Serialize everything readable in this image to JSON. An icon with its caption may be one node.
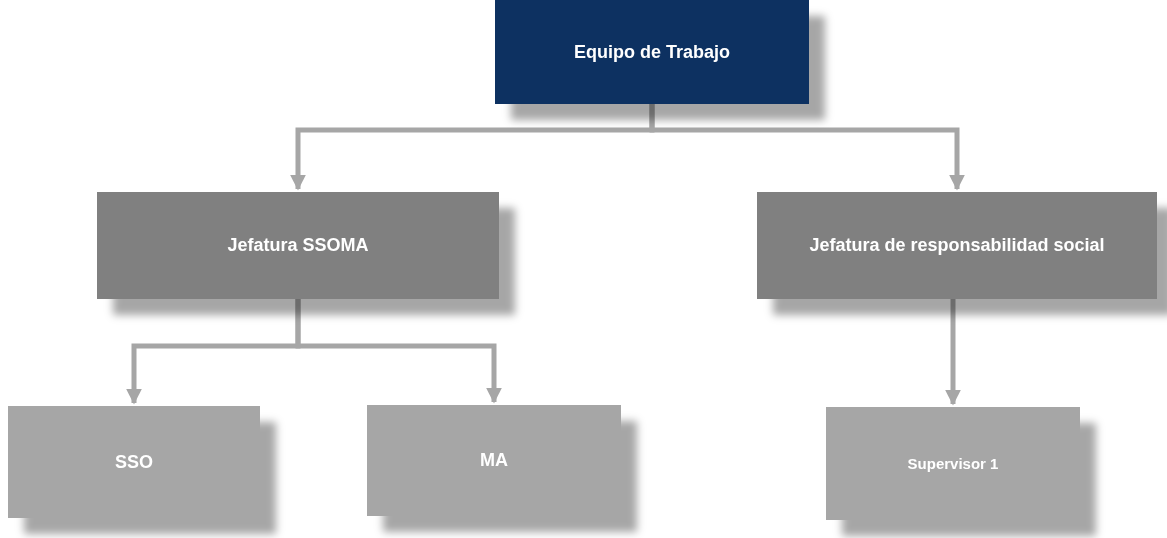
{
  "diagram": {
    "nodes": [
      {
        "text": [
          "Equipo de Trabajo"
        ]
      },
      {
        "text": [
          "Jefatura SSOMA"
        ]
      },
      {
        "text": [
          "Jefatura de responsabilidad social"
        ]
      },
      {
        "text": [
          "SSO"
        ]
      },
      {
        "text": [
          "MA"
        ]
      },
      {
        "text": [
          "Supervisor 1"
        ]
      }
    ],
    "edges": [
      {
        "from": 0,
        "to": 1,
        "arrow": "to"
      },
      {
        "from": 0,
        "to": 2,
        "arrow": "to"
      },
      {
        "from": 1,
        "to": 3,
        "arrow": "to"
      },
      {
        "from": 1,
        "to": 4,
        "arrow": "to"
      },
      {
        "from": 2,
        "to": 5,
        "arrow": "to"
      }
    ]
  }
}
